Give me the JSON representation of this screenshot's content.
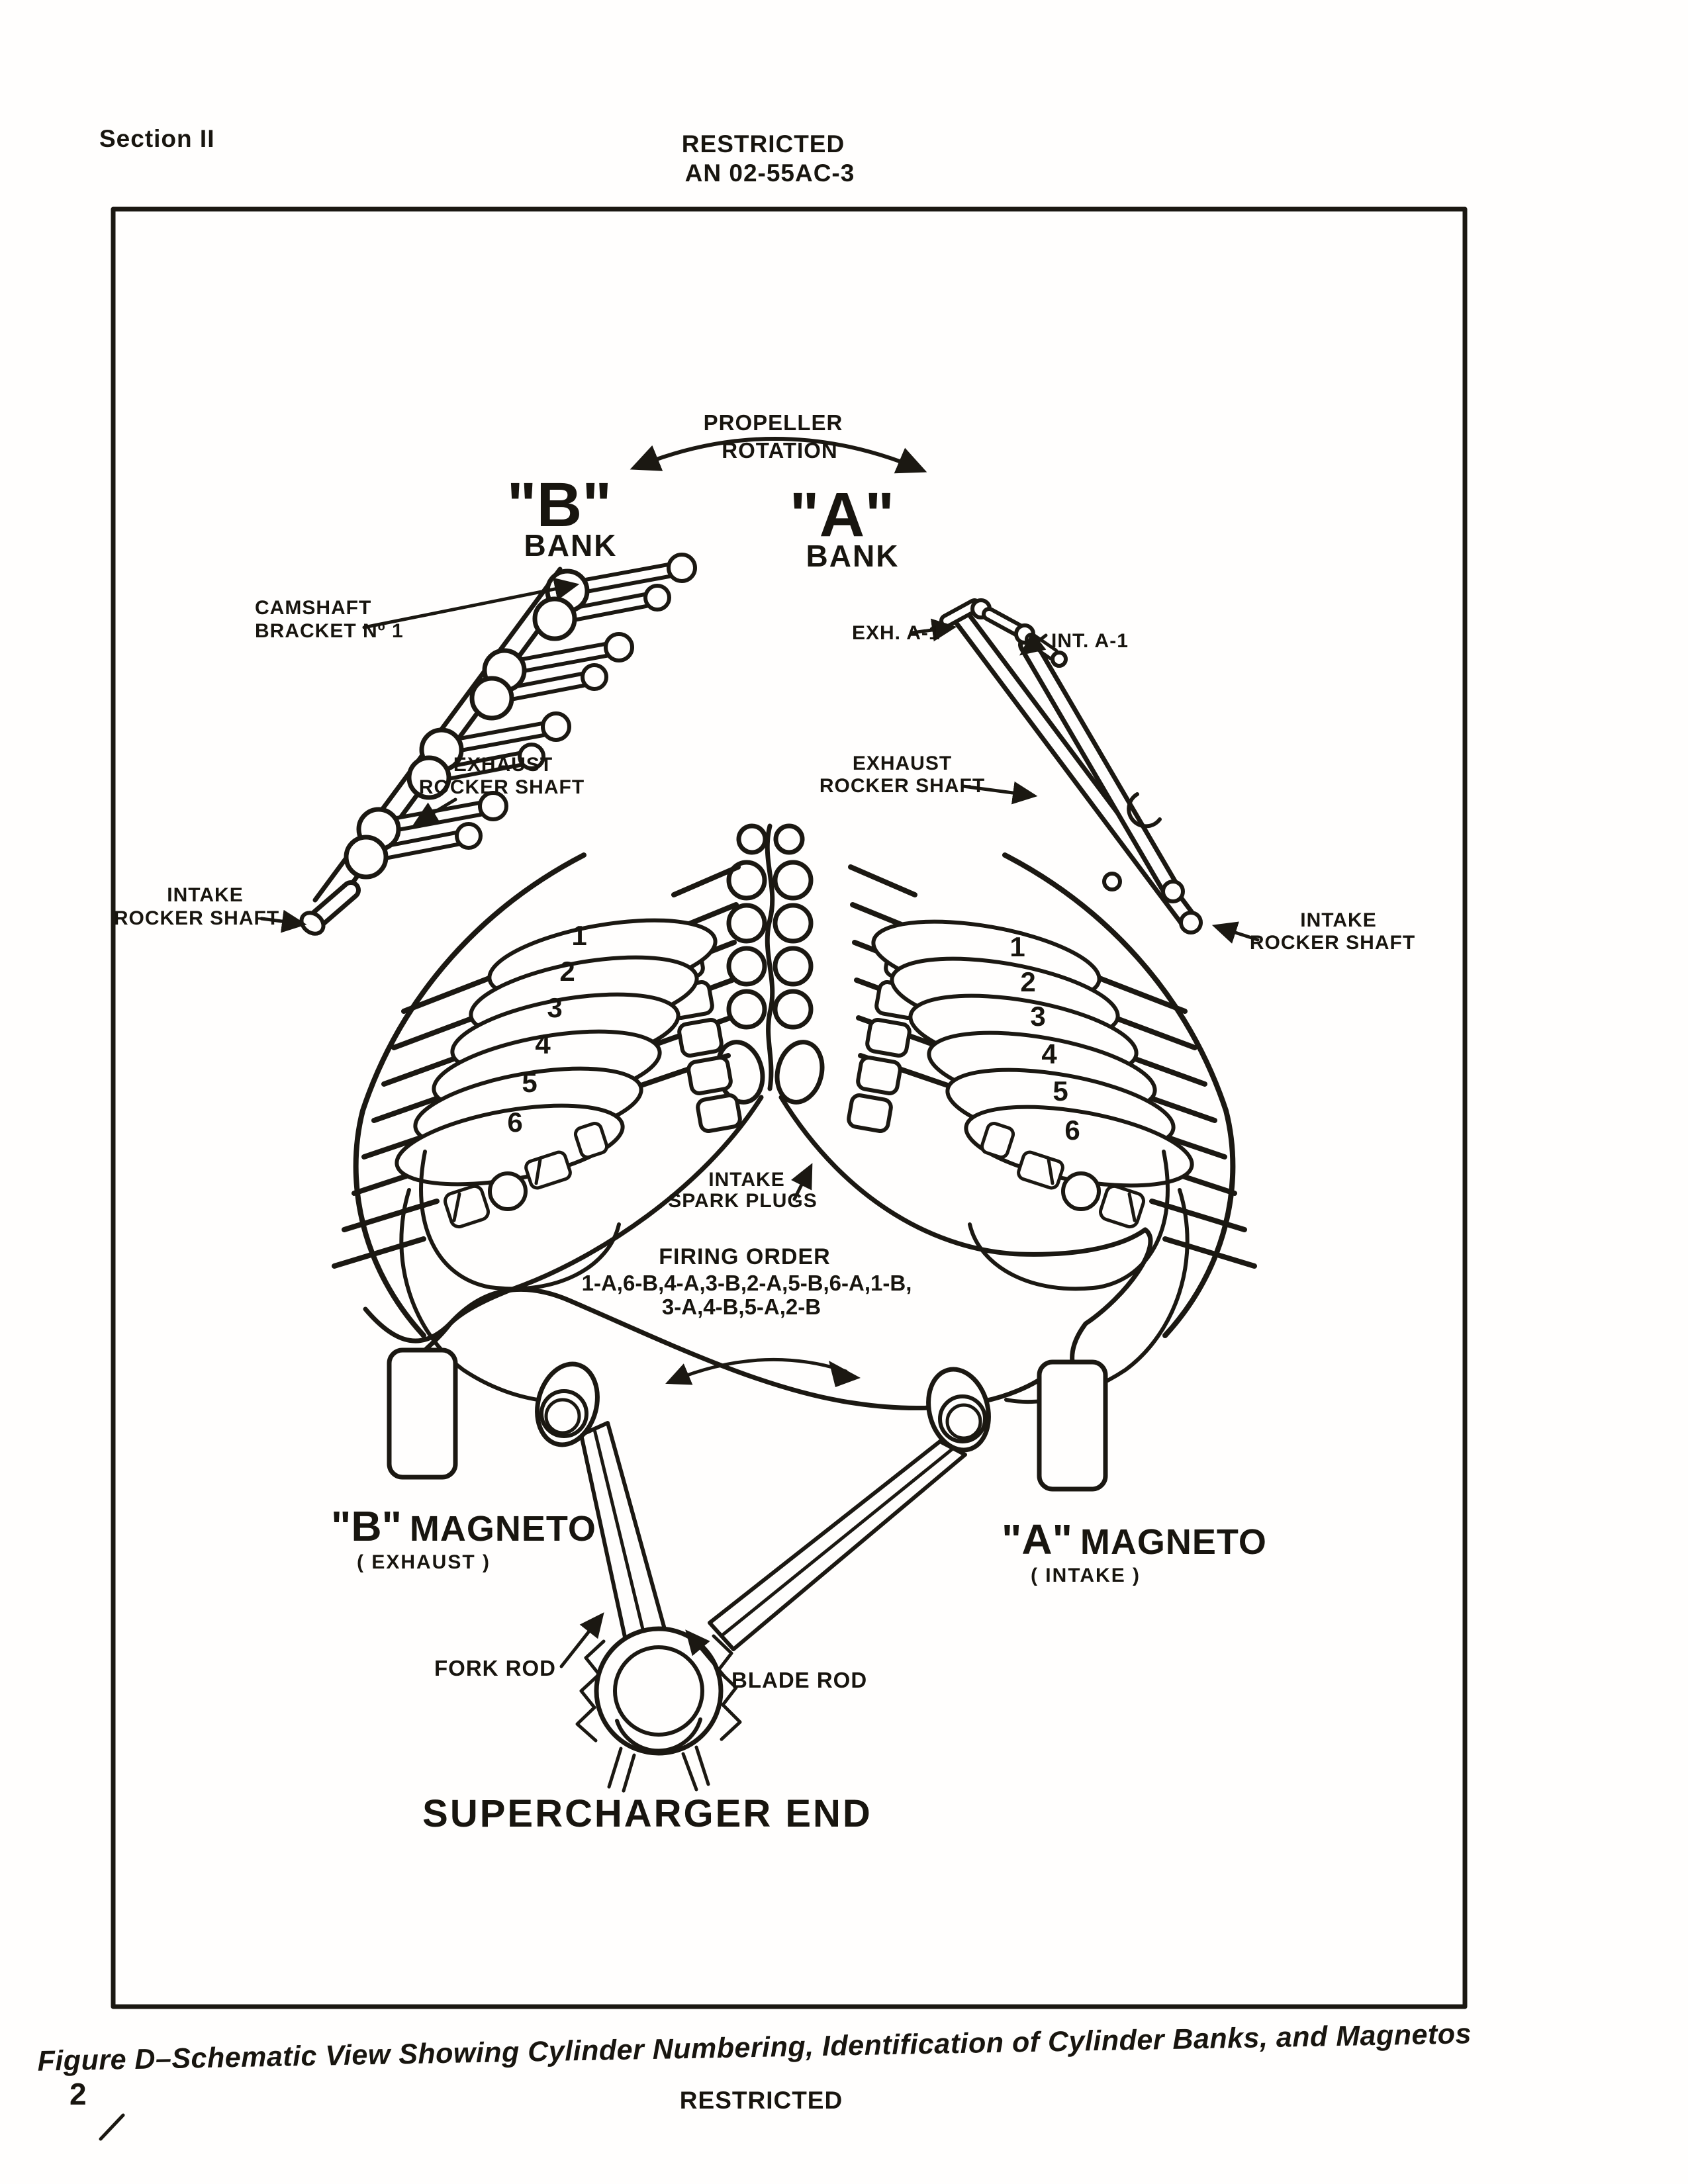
{
  "page": {
    "section_header": "Section II",
    "restricted_top": "RESTRICTED",
    "doc_number": "AN 02-55AC-3",
    "figure_caption": "Figure D–Schematic View Showing Cylinder Numbering, Identification of Cylinder Banks, and Magnetos",
    "restricted_bottom": "RESTRICTED",
    "page_number": "2"
  },
  "diagram": {
    "propeller_rotation_line1": "PROPELLER",
    "propeller_rotation_line2": "ROTATION",
    "bank_b": {
      "letter": "\"B\"",
      "word": "BANK",
      "cylinders": [
        "1",
        "2",
        "3",
        "4",
        "5",
        "6"
      ]
    },
    "bank_a": {
      "letter": "\"A\"",
      "word": "BANK",
      "cylinders": [
        "1",
        "2",
        "3",
        "4",
        "5",
        "6"
      ]
    },
    "labels": {
      "camshaft_bracket_1": "CAMSHAFT",
      "camshaft_bracket_2": "BRACKET Nº 1",
      "exh_rocker_left_1": "EXHAUST",
      "exh_rocker_left_2": "ROCKER SHAFT",
      "int_rocker_left_1": "INTAKE",
      "int_rocker_left_2": "ROCKER SHAFT",
      "exh_a1": "EXH. A-1",
      "int_a1": "INT. A-1",
      "exh_rocker_right_1": "EXHAUST",
      "exh_rocker_right_2": "ROCKER SHAFT",
      "int_rocker_right_1": "INTAKE",
      "int_rocker_right_2": "ROCKER SHAFT",
      "intake_spark_plugs_1": "INTAKE",
      "intake_spark_plugs_2": "SPARK PLUGS",
      "fork_rod": "FORK ROD",
      "blade_rod": "BLADE ROD",
      "supercharger_end": "SUPERCHARGER END"
    },
    "firing_order": {
      "title": "FIRING ORDER",
      "line1": "1-A,6-B,4-A,3-B,2-A,5-B,6-A,1-B,",
      "line2": "3-A,4-B,5-A,2-B"
    },
    "magneto_b": {
      "letter": "\"B\"",
      "word": "MAGNETO",
      "sub": "( EXHAUST )"
    },
    "magneto_a": {
      "letter": "\"A\"",
      "word": "MAGNETO",
      "sub": "( INTAKE )"
    }
  }
}
